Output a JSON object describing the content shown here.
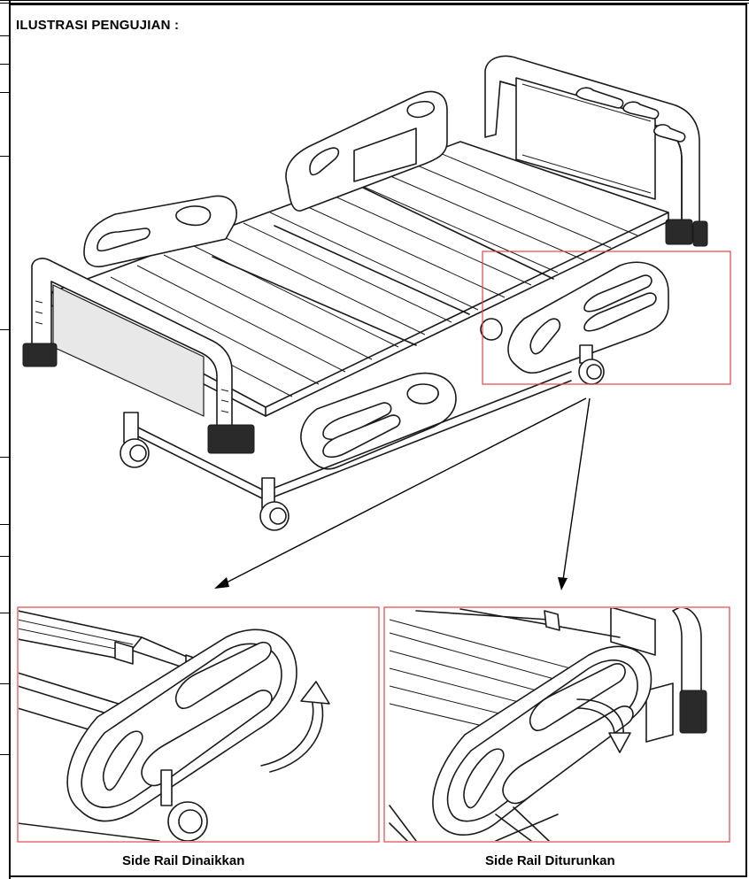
{
  "section_title": "ILUSTRASI PENGUJIAN :",
  "captions": {
    "left": "Side Rail Dinaikkan",
    "right": "Side Rail Diturunkan"
  },
  "colors": {
    "detail_frame": "#e0474c",
    "line_art": "#1a1a1a"
  },
  "illustration": {
    "main": "hospital-bed-drawing",
    "detail_left": "side-rail-raised-detail",
    "detail_right": "side-rail-lowered-detail"
  }
}
